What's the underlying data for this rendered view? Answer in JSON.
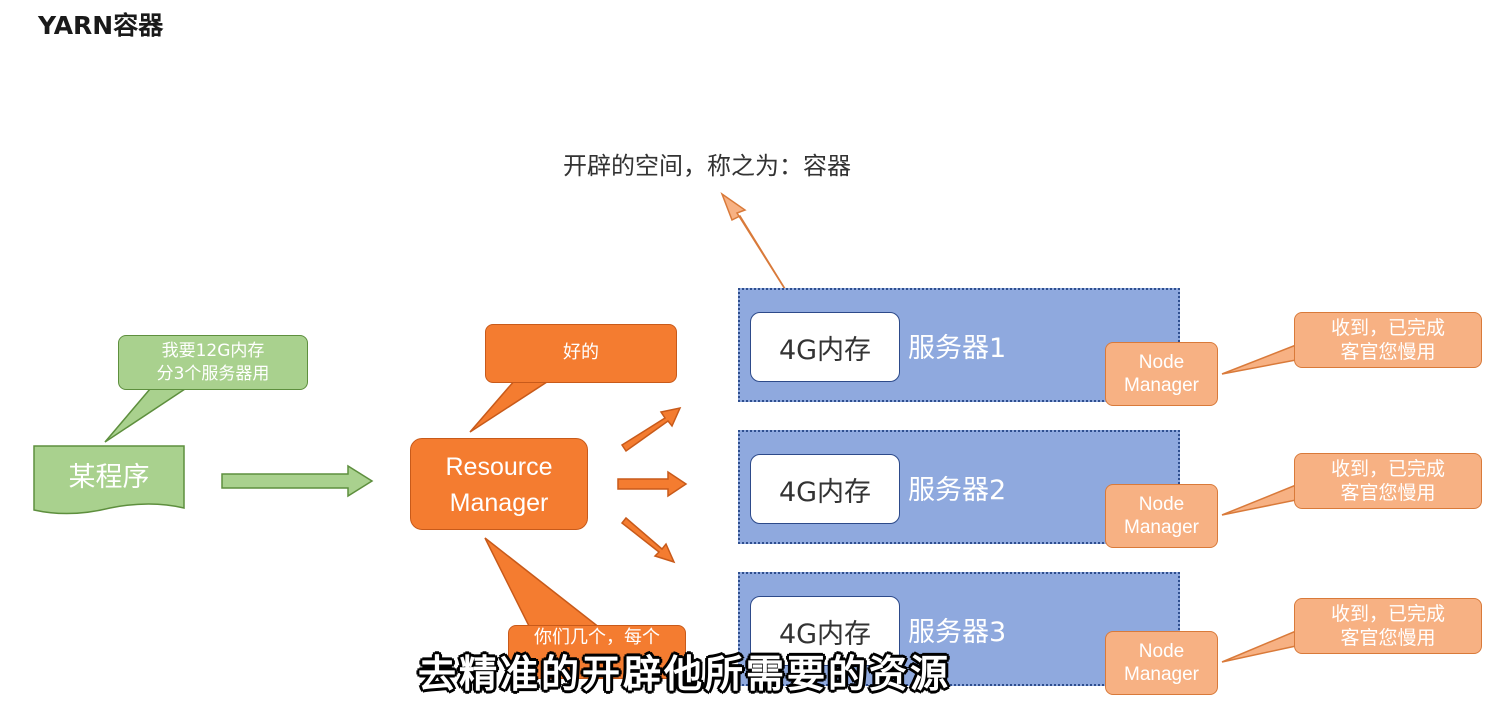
{
  "title": "YARN容器",
  "top_caption": "开辟的空间，称之为：容器",
  "program": {
    "label": "某程序",
    "request_line1": "我要12G内存",
    "request_line2": "分3个服务器用"
  },
  "resource_manager": {
    "line1": "Resource",
    "line2": "Manager",
    "reply": "好的",
    "instruct": "你们几个，每个"
  },
  "servers": [
    {
      "memory": "4G内存",
      "name": "服务器1"
    },
    {
      "memory": "4G内存",
      "name": "服务器2"
    },
    {
      "memory": "4G内存",
      "name": "服务器3"
    }
  ],
  "node_manager": {
    "line1": "Node",
    "line2": "Manager"
  },
  "node_reply": {
    "line1": "收到，已完成",
    "line2": "客官您慢用"
  },
  "subtitle": "去精准的开辟他所需要的资源",
  "colors": {
    "green": "#a9d18e",
    "orange": "#f47c30",
    "light_orange": "#f7b183",
    "blue": "#8fa9de"
  }
}
